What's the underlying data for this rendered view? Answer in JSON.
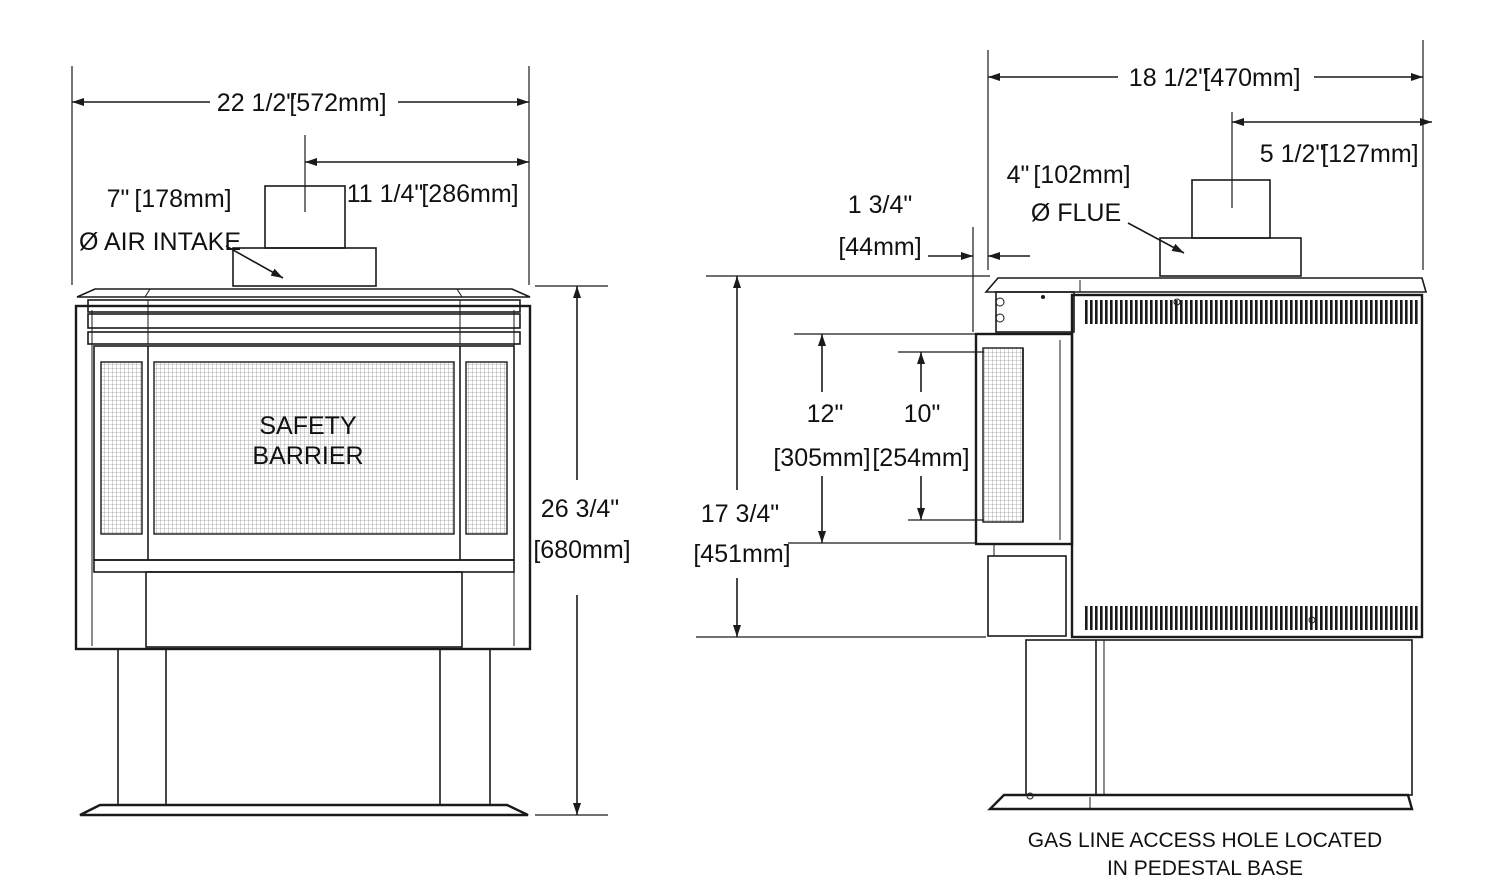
{
  "front_view": {
    "overall_width": {
      "imperial": "22 1/2\"",
      "metric": "[572mm]"
    },
    "flue_offset": {
      "imperial": "11 1/4\"",
      "metric": "[286mm]"
    },
    "air_intake": {
      "imperial": "7\"",
      "metric": "[178mm]",
      "label": "Ø AIR INTAKE"
    },
    "overall_height": {
      "imperial": "26 3/4\"",
      "metric": "[680mm]"
    },
    "barrier_line1": "SAFETY",
    "barrier_line2": "BARRIER"
  },
  "side_view": {
    "overall_depth": {
      "imperial": "18 1/2\"",
      "metric": "[470mm]"
    },
    "flue_offset": {
      "imperial": "5 1/2\"",
      "metric": "[127mm]"
    },
    "flue": {
      "imperial": "4\"",
      "metric": "[102mm]",
      "label": "Ø FLUE"
    },
    "front_projection": {
      "imperial": "1 3/4\"",
      "metric": "[44mm]"
    },
    "window_height": {
      "imperial": "12\"",
      "metric": "[305mm]"
    },
    "glass_height": {
      "imperial": "10\"",
      "metric": "[254mm]"
    },
    "hearth_height": {
      "imperial": "17 3/4\"",
      "metric": "[451mm]"
    },
    "caption_line1": "GAS LINE ACCESS HOLE LOCATED",
    "caption_line2": "IN PEDESTAL BASE"
  }
}
